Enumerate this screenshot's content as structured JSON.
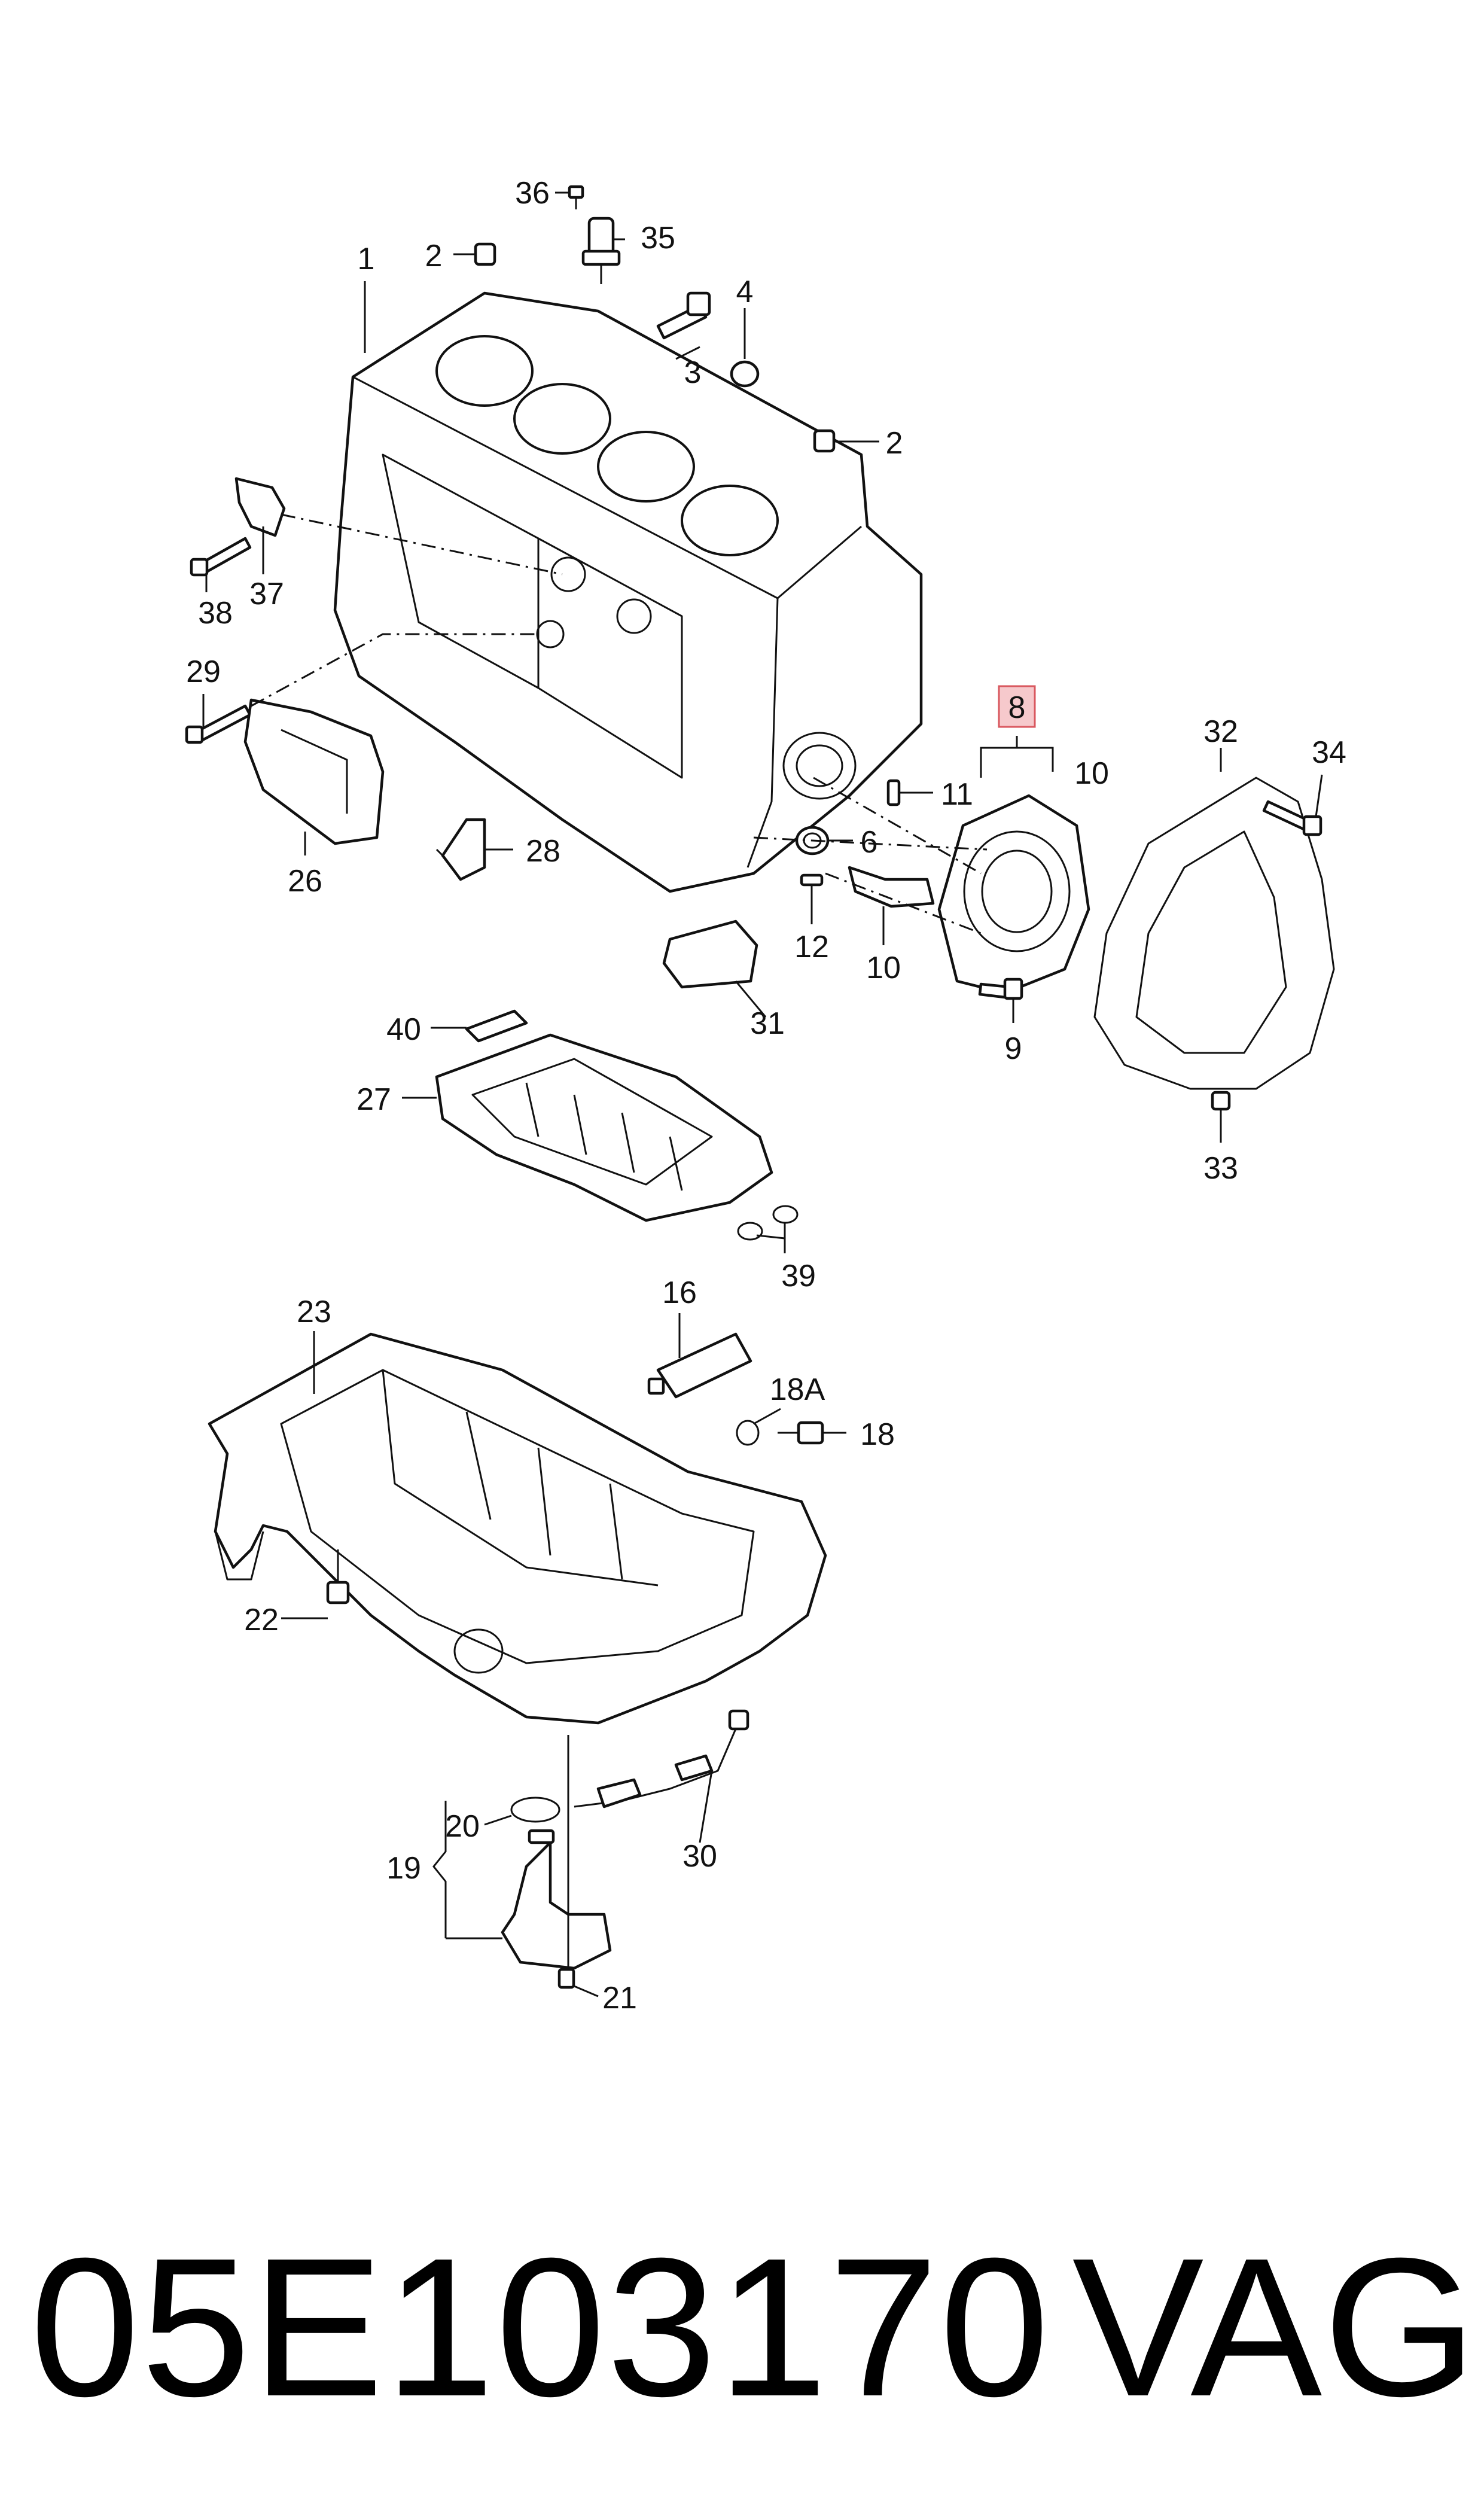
{
  "diagram": {
    "callouts": [
      {
        "id": "c1",
        "text": "1"
      },
      {
        "id": "c2a",
        "text": "2"
      },
      {
        "id": "c2b",
        "text": "2"
      },
      {
        "id": "c3",
        "text": "3"
      },
      {
        "id": "c4",
        "text": "4"
      },
      {
        "id": "c36",
        "text": "36"
      },
      {
        "id": "c35",
        "text": "35"
      },
      {
        "id": "c37",
        "text": "37"
      },
      {
        "id": "c38",
        "text": "38"
      },
      {
        "id": "c29",
        "text": "29"
      },
      {
        "id": "c26",
        "text": "26"
      },
      {
        "id": "c28",
        "text": "28"
      },
      {
        "id": "c8",
        "text": "8",
        "highlighted": true
      },
      {
        "id": "c10a",
        "text": "10"
      },
      {
        "id": "c11",
        "text": "11"
      },
      {
        "id": "c6",
        "text": "6"
      },
      {
        "id": "c12",
        "text": "12"
      },
      {
        "id": "c10b",
        "text": "10"
      },
      {
        "id": "c31",
        "text": "31"
      },
      {
        "id": "c9",
        "text": "9"
      },
      {
        "id": "c32",
        "text": "32"
      },
      {
        "id": "c34",
        "text": "34"
      },
      {
        "id": "c33",
        "text": "33"
      },
      {
        "id": "c40",
        "text": "40"
      },
      {
        "id": "c27",
        "text": "27"
      },
      {
        "id": "c39",
        "text": "39"
      },
      {
        "id": "c16",
        "text": "16"
      },
      {
        "id": "c23",
        "text": "23"
      },
      {
        "id": "c18A",
        "text": "18A"
      },
      {
        "id": "c18",
        "text": "18"
      },
      {
        "id": "c22",
        "text": "22"
      },
      {
        "id": "c20",
        "text": "20"
      },
      {
        "id": "c19",
        "text": "19"
      },
      {
        "id": "c30",
        "text": "30"
      },
      {
        "id": "c21",
        "text": "21"
      }
    ],
    "highlight_color": "#f6c9cc",
    "line_color": "#111111"
  },
  "footer": {
    "part_number": "05E103170",
    "brand": "VAG"
  }
}
